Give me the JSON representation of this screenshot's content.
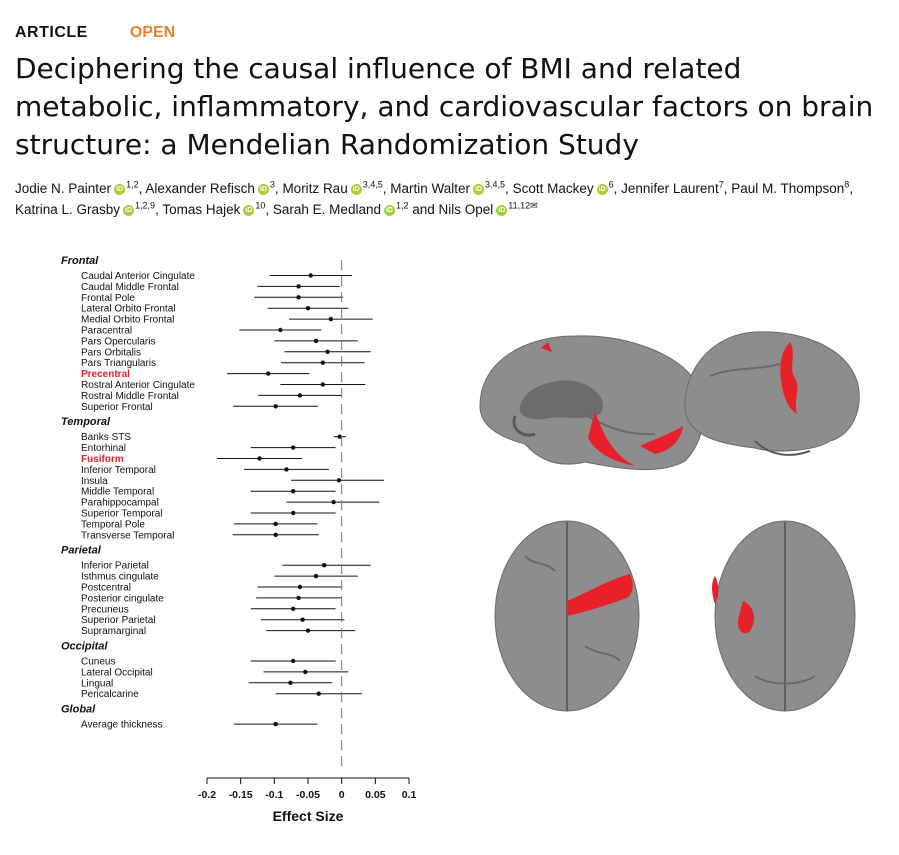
{
  "article": {
    "kind": "ARTICLE",
    "access": "OPEN",
    "title": "Deciphering the causal influence of BMI and related metabolic, inflammatory, and cardiovascular factors on brain structure: a Mendelian Randomization Study",
    "authors": [
      {
        "name": "Jodie N. Painter",
        "aff": "1,2",
        "orcid": true
      },
      {
        "name": "Alexander Refisch",
        "aff": "3",
        "orcid": true
      },
      {
        "name": "Moritz Rau",
        "aff": "3,4,5",
        "orcid": true
      },
      {
        "name": "Martin Walter",
        "aff": "3,4,5",
        "orcid": true
      },
      {
        "name": "Scott Mackey",
        "aff": "6",
        "orcid": true
      },
      {
        "name": "Jennifer Laurent",
        "aff": "7",
        "orcid": false
      },
      {
        "name": "Paul M. Thompson",
        "aff": "8",
        "orcid": false
      },
      {
        "name": "Katrina L. Grasby",
        "aff": "1,2,9",
        "orcid": true
      },
      {
        "name": "Tomas Hajek",
        "aff": "10",
        "orcid": true
      },
      {
        "name": "Sarah E. Medland",
        "aff": "1,2",
        "orcid": true
      },
      {
        "name": "Nils Opel",
        "aff": "11,12",
        "orcid": true,
        "corresponding": true
      }
    ]
  },
  "icons": {
    "orcid": "orcid-icon",
    "envelope": "envelope-icon"
  },
  "colors": {
    "open": "#e8822a",
    "orcid": "#a6ce39",
    "highlight": "#e8202a",
    "brain": "#8a8a8a",
    "panel": "#ffffff"
  },
  "chart_data": {
    "type": "forest",
    "xlabel": "Effect Size",
    "xlim": [
      -0.2,
      0.1
    ],
    "xticks": [
      "-0.2",
      "-0.15",
      "-0.1",
      "-0.05",
      "0",
      "0.05",
      "0.1"
    ],
    "reference_line": 0,
    "highlight_color": "#e8202a",
    "groups": [
      {
        "name": "Frontal",
        "rows": [
          {
            "label": "Caudal Anterior Cingulate",
            "effect": -0.046,
            "lo": -0.107,
            "hi": 0.015
          },
          {
            "label": "Caudal Middle Frontal",
            "effect": -0.064,
            "lo": -0.125,
            "hi": -0.003
          },
          {
            "label": "Frontal Pole",
            "effect": -0.064,
            "lo": -0.13,
            "hi": 0.002
          },
          {
            "label": "Lateral Orbito Frontal",
            "effect": -0.05,
            "lo": -0.11,
            "hi": 0.01
          },
          {
            "label": "Medial Orbito Frontal",
            "effect": -0.016,
            "lo": -0.078,
            "hi": 0.046
          },
          {
            "label": "Paracentral",
            "effect": -0.091,
            "lo": -0.152,
            "hi": -0.03
          },
          {
            "label": "Pars Opercularis",
            "effect": -0.038,
            "lo": -0.1,
            "hi": 0.024
          },
          {
            "label": "Pars Orbitalis",
            "effect": -0.021,
            "lo": -0.085,
            "hi": 0.043
          },
          {
            "label": "Pars Triangularis",
            "effect": -0.028,
            "lo": -0.09,
            "hi": 0.034
          },
          {
            "label": "Precentral",
            "effect": -0.109,
            "lo": -0.17,
            "hi": -0.048,
            "highlight": true
          },
          {
            "label": "Rostral Anterior Cingulate",
            "effect": -0.028,
            "lo": -0.091,
            "hi": 0.035
          },
          {
            "label": "Rostral Middle Frontal",
            "effect": -0.062,
            "lo": -0.124,
            "hi": 0.0
          },
          {
            "label": "Superior Frontal",
            "effect": -0.098,
            "lo": -0.161,
            "hi": -0.035
          }
        ]
      },
      {
        "name": "Temporal",
        "rows": [
          {
            "label": "Banks STS",
            "effect": -0.003,
            "lo": -0.012,
            "hi": 0.006
          },
          {
            "label": "Entorhinal",
            "effect": -0.072,
            "lo": -0.135,
            "hi": -0.009
          },
          {
            "label": "Fusiform",
            "effect": -0.122,
            "lo": -0.185,
            "hi": -0.059,
            "highlight": true
          },
          {
            "label": "Inferior Temporal",
            "effect": -0.082,
            "lo": -0.145,
            "hi": -0.019
          },
          {
            "label": "Insula",
            "effect": -0.004,
            "lo": -0.075,
            "hi": 0.063
          },
          {
            "label": "Middle Temporal",
            "effect": -0.072,
            "lo": -0.135,
            "hi": -0.009
          },
          {
            "label": "Parahippocampal",
            "effect": -0.012,
            "lo": -0.082,
            "hi": 0.056
          },
          {
            "label": "Superior Temporal",
            "effect": -0.072,
            "lo": -0.135,
            "hi": -0.009
          },
          {
            "label": "Temporal Pole",
            "effect": -0.098,
            "lo": -0.16,
            "hi": -0.036
          },
          {
            "label": "Transverse Temporal",
            "effect": -0.098,
            "lo": -0.162,
            "hi": -0.034
          }
        ]
      },
      {
        "name": "Parietal",
        "rows": [
          {
            "label": "Inferior Parietal",
            "effect": -0.026,
            "lo": -0.088,
            "hi": 0.043
          },
          {
            "label": "Isthmus cingulate",
            "effect": -0.038,
            "lo": -0.1,
            "hi": 0.024
          },
          {
            "label": "Postcentral",
            "effect": -0.062,
            "lo": -0.125,
            "hi": 0.001
          },
          {
            "label": "Posterior cingulate",
            "effect": -0.064,
            "lo": -0.127,
            "hi": -0.001
          },
          {
            "label": "Precuneus",
            "effect": -0.072,
            "lo": -0.135,
            "hi": -0.009
          },
          {
            "label": "Superior Parietal",
            "effect": -0.058,
            "lo": -0.12,
            "hi": 0.004
          },
          {
            "label": "Supramarginal",
            "effect": -0.05,
            "lo": -0.112,
            "hi": 0.02
          }
        ]
      },
      {
        "name": "Occipital",
        "rows": [
          {
            "label": "Cuneus",
            "effect": -0.072,
            "lo": -0.135,
            "hi": -0.009
          },
          {
            "label": "Lateral Occipital",
            "effect": -0.054,
            "lo": -0.116,
            "hi": 0.01
          },
          {
            "label": "Lingual",
            "effect": -0.076,
            "lo": -0.138,
            "hi": -0.014
          },
          {
            "label": "Pericalcarine",
            "effect": -0.034,
            "lo": -0.098,
            "hi": 0.03
          }
        ]
      },
      {
        "name": "Global",
        "rows": [
          {
            "label": "Average thickness",
            "effect": -0.098,
            "lo": -0.16,
            "hi": -0.036
          }
        ]
      }
    ]
  }
}
